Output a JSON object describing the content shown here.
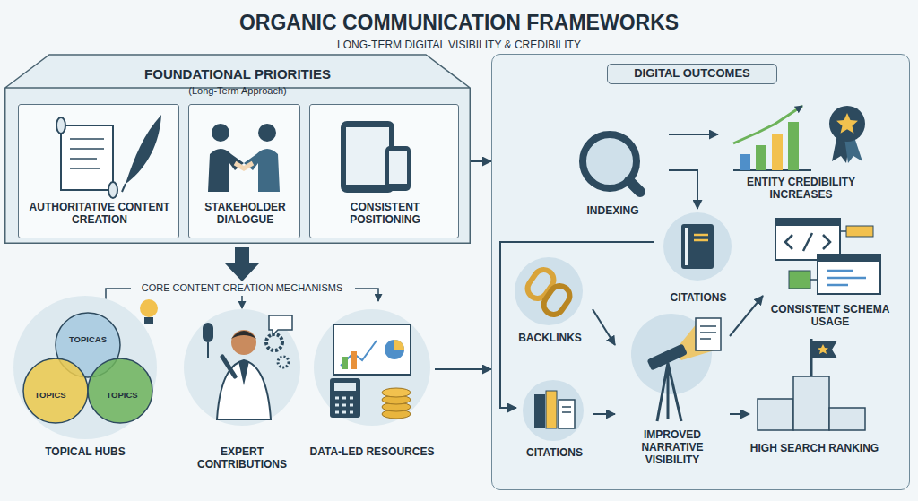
{
  "diagram": {
    "title": "ORGANIC COMMUNICATION FRAMEWORKS",
    "nodes": [
      {
        "text": [
          "FOUNDATIONAL PRIORITIES",
          "(Long-Term Approach)"
        ]
      },
      {
        "text": [
          "AUTHORITATIVE CONTENT CREATION"
        ],
        "in": 0
      },
      {
        "text": [
          "STAKEHOLDER DIALOGUE"
        ],
        "in": 0
      },
      {
        "text": [
          "CONSISTENT POSITIONING"
        ],
        "in": 0
      },
      {
        "text": [
          "TOPICAL HUBS"
        ]
      },
      {
        "text": [
          "EXPERT CONTRIBUTIONS"
        ]
      },
      {
        "text": [
          "DATA-LED RESOURCES"
        ]
      },
      {
        "text": [
          "DIGITAL OUTCOMES"
        ]
      },
      {
        "text": [
          "INDEXING"
        ],
        "in": 7
      },
      {
        "text": [
          "ENTITY CREDIBILITY INCREASES"
        ],
        "in": 7
      },
      {
        "text": [
          "CITATIONS"
        ],
        "in": 7
      },
      {
        "text": [
          "BACKLINKS"
        ],
        "in": 7
      },
      {
        "text": [
          "CONSISTENT SCHEMA USAGE"
        ],
        "in": 7
      },
      {
        "text": [
          "CITATIONS"
        ],
        "in": 7
      },
      {
        "text": [
          "IMPROVED NARRATIVE VISIBILITY"
        ],
        "in": 7
      },
      {
        "text": [
          "HIGH SEARCH RANKING"
        ],
        "in": 7
      }
    ],
    "edges": [
      {
        "from": 0,
        "to": 7,
        "arrow": "to"
      },
      {
        "from": 6,
        "to": 7,
        "arrow": "to"
      },
      {
        "from": 8,
        "to": 9,
        "arrow": "to"
      },
      {
        "from": 8,
        "to": 10,
        "arrow": "to"
      },
      {
        "from": 10,
        "to": 13,
        "arrow": "to"
      },
      {
        "from": 11,
        "to": 14,
        "arrow": "to"
      },
      {
        "from": 14,
        "to": 12,
        "arrow": "to"
      },
      {
        "from": 13,
        "to": 14,
        "arrow": "to"
      },
      {
        "from": 14,
        "to": 15,
        "arrow": "to"
      }
    ],
    "labels": [
      "LONG-TERM DIGITAL VISIBILITY & CREDIBILITY",
      "CORE CONTENT CREATION MECHANISMS",
      "TOPICAS",
      "TOPICS",
      "TOPICS"
    ]
  }
}
